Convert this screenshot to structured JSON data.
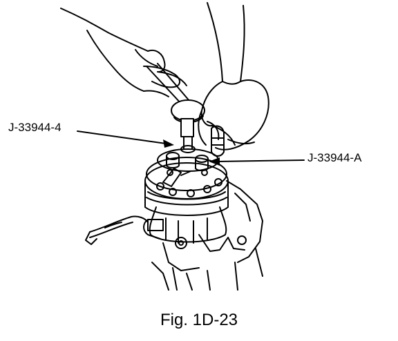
{
  "callouts": {
    "tool_4": "J-33944-4",
    "tool_a": "J-33944-A"
  },
  "caption": "Fig. 1D-23",
  "colors": {
    "ink": "#000000",
    "paper": "#ffffff"
  }
}
